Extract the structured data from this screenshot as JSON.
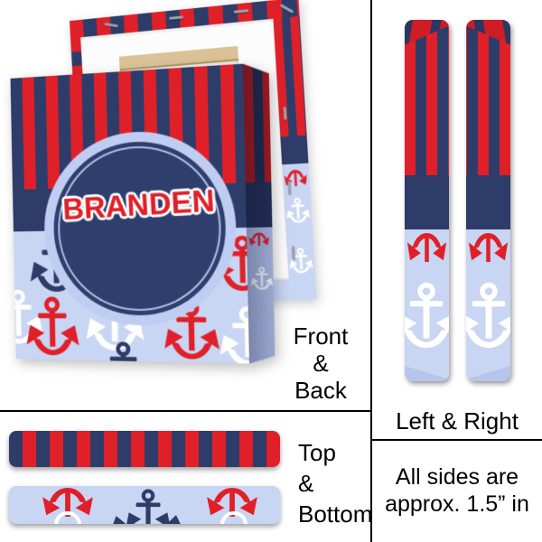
{
  "artwork": {
    "name_text": "BRANDEN"
  },
  "panels": {
    "front_back": {
      "label_lines": [
        "Front",
        "&",
        "Back"
      ]
    },
    "left_right": {
      "label": "Left & Right"
    },
    "top_bottom": {
      "label_lines": [
        "Top",
        "&",
        "Bottom"
      ]
    },
    "dimensions_note": {
      "lines": [
        "All sides are",
        "approx. 1.5” in"
      ]
    }
  },
  "colors": {
    "navy": "#2e3c6a",
    "red": "#e02028",
    "periwinkle": "#c8d5f3",
    "badge_navy": "#2e3f6e",
    "badge_ring": "#bfcdf2",
    "anchor_white": "#ffffff",
    "label_text": "#000000"
  }
}
